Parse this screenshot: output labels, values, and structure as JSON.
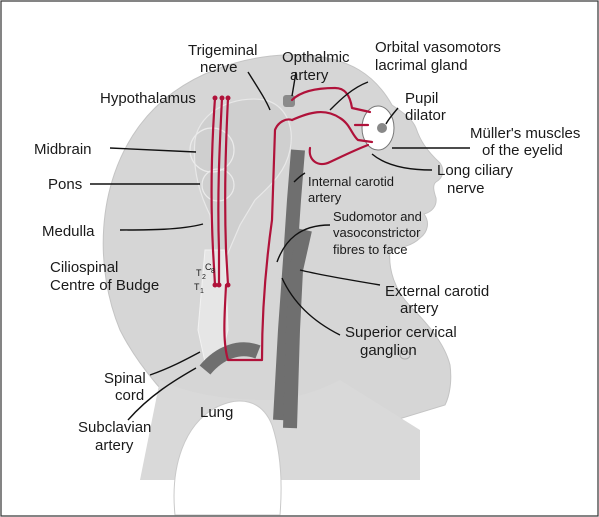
{
  "labels": {
    "hypothalamus": "Hypothalamus",
    "trigeminal_1": "Trigeminal",
    "trigeminal_2": "nerve",
    "opthalmic_1": "Opthalmic",
    "opthalmic_2": "artery",
    "orbital_1": "Orbital vasomotors",
    "orbital_2": "lacrimal gland",
    "pupil_1": "Pupil",
    "pupil_2": "dilator",
    "muller_1": "Müller's muscles",
    "muller_2": "of the eyelid",
    "long_ciliary_1": "Long ciliary",
    "long_ciliary_2": "nerve",
    "internal_carotid_1": "Internal carotid",
    "internal_carotid_2": "artery",
    "sudomotor_1": "Sudomotor and",
    "sudomotor_2": "vasoconstrictor",
    "sudomotor_3": "fibres to face",
    "midbrain": "Midbrain",
    "pons": "Pons",
    "medulla": "Medulla",
    "ciliospinal_1": "Ciliospinal",
    "ciliospinal_2": "Centre of Budge",
    "external_carotid_1": "External carotid",
    "external_carotid_2": "artery",
    "superior_cervical_1": "Superior cervical",
    "superior_cervical_2": "ganglion",
    "spinal_cord_1": "Spinal",
    "spinal_cord_2": "cord",
    "lung": "Lung",
    "subclavian_1": "Subclavian",
    "subclavian_2": "artery",
    "seg_t1": "T",
    "seg_t1_sub": "1",
    "seg_t2": "T",
    "seg_t2_sub": "2",
    "seg_c8": "C",
    "seg_c8_sub": "8"
  },
  "colors": {
    "nerve": "#b0123a",
    "artery": "#6f6f6f",
    "head_fill": "#d6d6d6",
    "background": "#ffffff"
  }
}
